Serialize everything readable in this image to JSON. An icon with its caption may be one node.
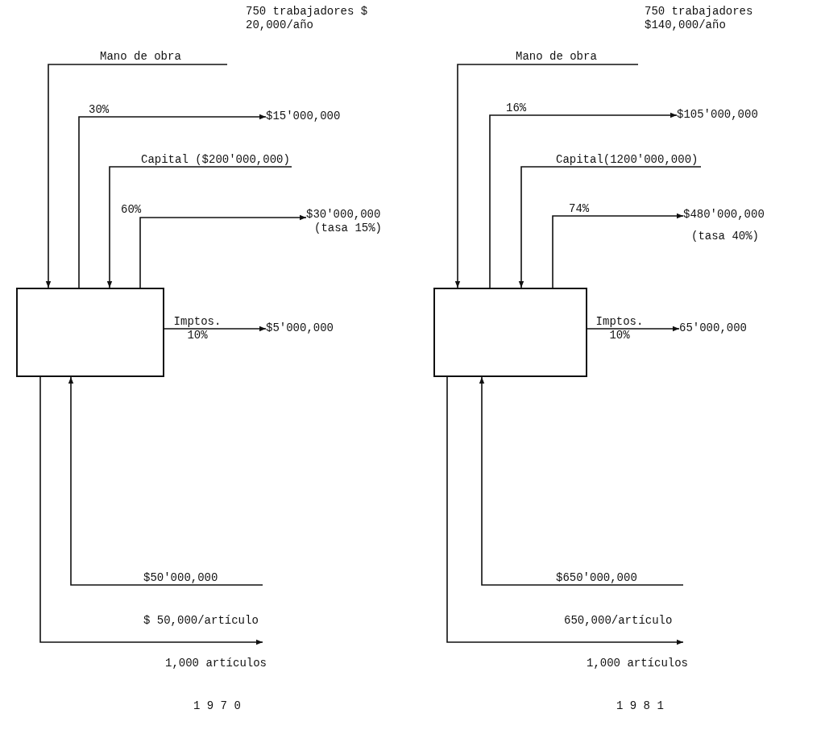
{
  "diagram": {
    "nodes": [
      {
        "text": [],
        "shape": "box"
      },
      {
        "text": [
          "$15'000,000"
        ]
      },
      {
        "text": [
          "$30'000,000",
          "(tasa 15%)"
        ]
      },
      {
        "text": [
          "$5'000,000"
        ]
      },
      {
        "text": [],
        "shape": "box"
      },
      {
        "text": [
          "$105'000,000"
        ]
      },
      {
        "text": [
          "$480'000,000",
          "(tasa 40%)"
        ]
      },
      {
        "text": [
          "65'000,000"
        ]
      }
    ],
    "edges": [
      {
        "from": null,
        "to": 0,
        "arrow": "to",
        "label": "Mano de obra"
      },
      {
        "from": 0,
        "to": 1,
        "arrow": "to",
        "label": "30%"
      },
      {
        "from": null,
        "to": 0,
        "arrow": "to",
        "label": "Capital ($200'000,000)"
      },
      {
        "from": 0,
        "to": 2,
        "arrow": "to",
        "label": "60%"
      },
      {
        "from": 0,
        "to": 3,
        "arrow": "to",
        "label": "Imptos. 10%"
      },
      {
        "from": null,
        "to": 0,
        "arrow": "to",
        "label": "$50'000,000"
      },
      {
        "from": 0,
        "to": null,
        "arrow": "to",
        "label": "$ 50,000/artículo"
      },
      {
        "from": null,
        "to": 4,
        "arrow": "to",
        "label": "Mano de obra"
      },
      {
        "from": 4,
        "to": 5,
        "arrow": "to",
        "label": "16%"
      },
      {
        "from": null,
        "to": 4,
        "arrow": "to",
        "label": "Capital(1200'000,000)"
      },
      {
        "from": 4,
        "to": 6,
        "arrow": "to",
        "label": "74%"
      },
      {
        "from": 4,
        "to": 7,
        "arrow": "to",
        "label": "Imptos. 10%"
      },
      {
        "from": null,
        "to": 4,
        "arrow": "to",
        "label": "$650'000,000"
      },
      {
        "from": 4,
        "to": null,
        "arrow": "to",
        "label": "650,000/artículo"
      }
    ],
    "labels": [
      "750 trabajadores $ 20,000/año",
      "1,000 artículos",
      "1 9 7 0",
      "750 trabajadores $140,000/año",
      "1,000 artículos",
      "1 9 8 1"
    ]
  }
}
